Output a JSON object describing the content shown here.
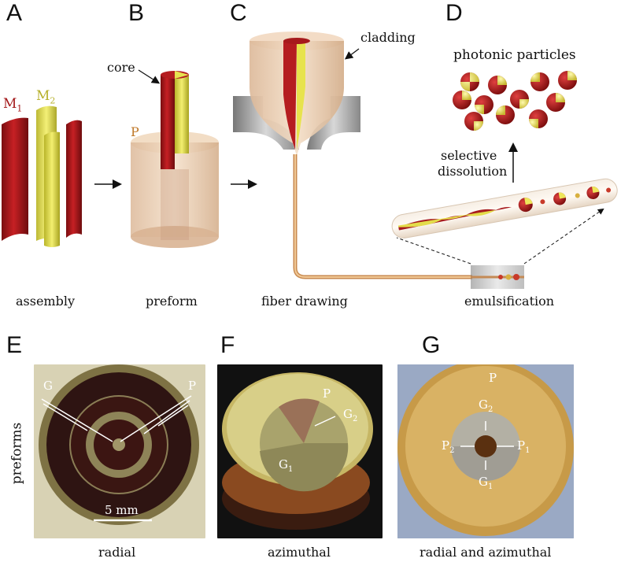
{
  "panels": {
    "A": {
      "letter": "A",
      "caption": "assembly",
      "m1": "M",
      "m1_sub": "1",
      "m2": "M",
      "m2_sub": "2"
    },
    "B": {
      "letter": "B",
      "caption": "preform",
      "core": "core",
      "p": "P"
    },
    "C": {
      "letter": "C",
      "caption": "fiber drawing",
      "cladding": "cladding"
    },
    "D": {
      "letter": "D",
      "caption": "emulsification",
      "particles": "photonic particles",
      "dissolution_1": "selective",
      "dissolution_2": "dissolution"
    },
    "E": {
      "letter": "E",
      "caption": "radial",
      "g": "G",
      "p": "P",
      "scale": "5 mm"
    },
    "F": {
      "letter": "F",
      "caption": "azimuthal",
      "p": "P",
      "g2": "G",
      "g2_sub": "2",
      "g1": "G",
      "g1_sub": "1"
    },
    "G": {
      "letter": "G",
      "caption": "radial and azimuthal",
      "p": "P",
      "g2": "G",
      "g2_sub": "2",
      "g1": "G",
      "g1_sub": "1",
      "p2": "P",
      "p2_sub": "2",
      "p1": "P",
      "p1_sub": "1"
    }
  },
  "row_label": "preforms",
  "colors": {
    "m1": "#a3181a",
    "m2": "#e7e24a",
    "cladding": "#e8c9a8",
    "label_p": "#c0792a"
  }
}
